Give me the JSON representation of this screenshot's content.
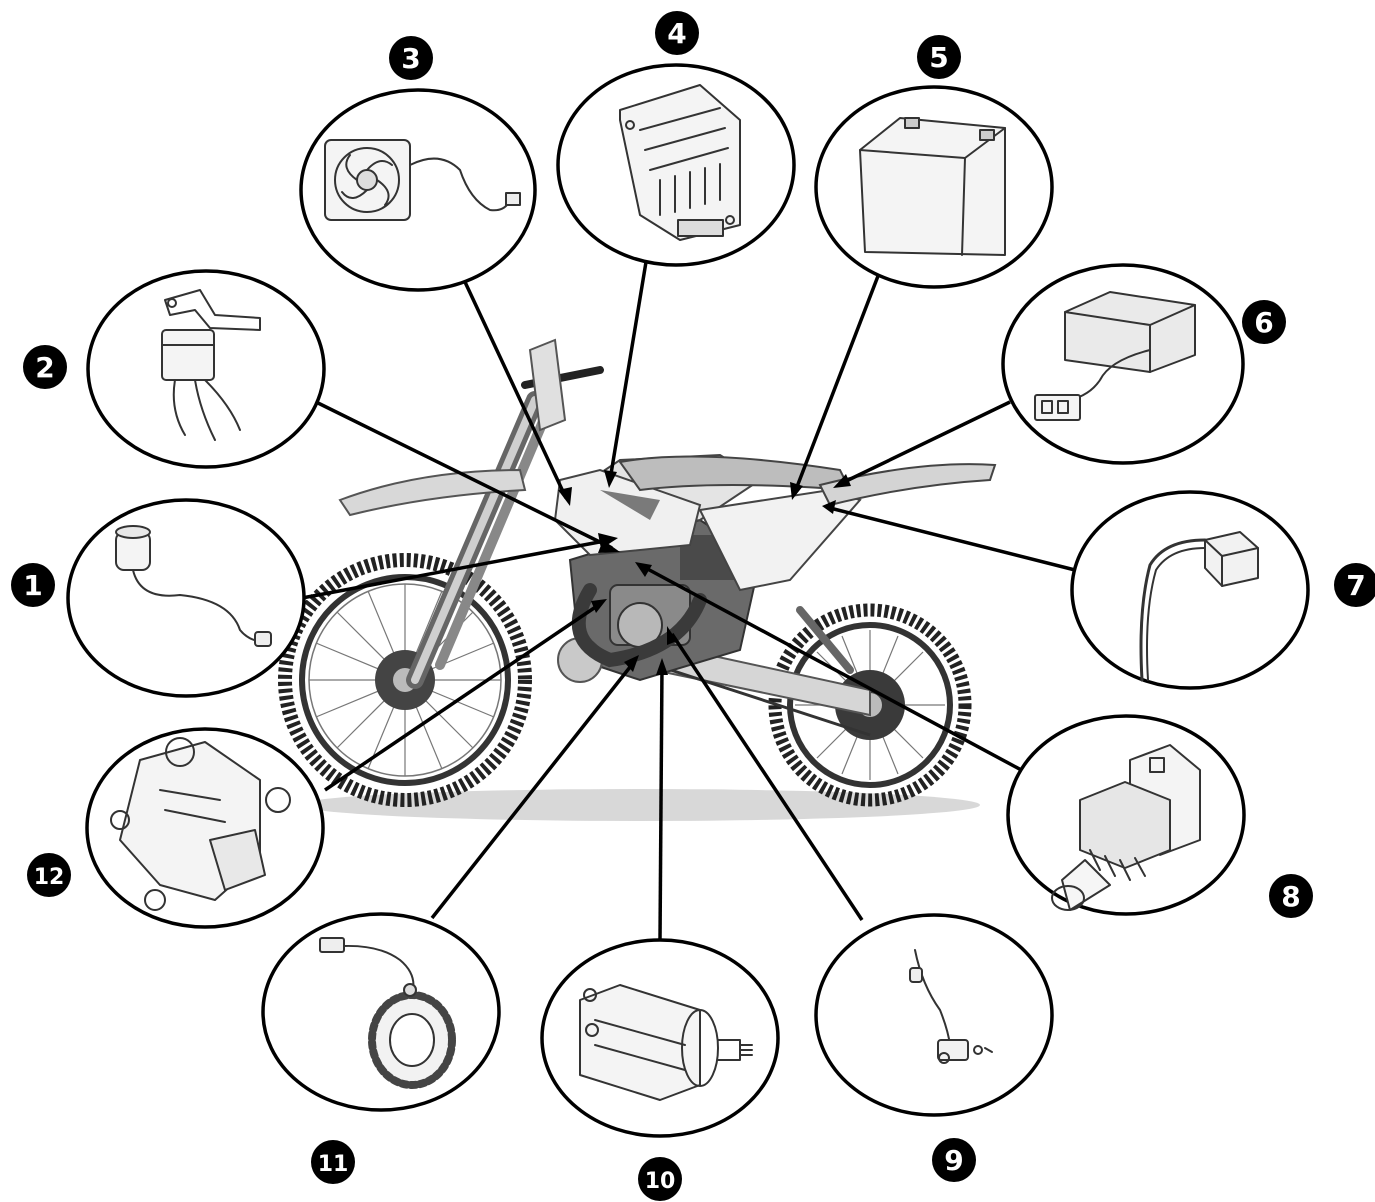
{
  "diagram": {
    "callouts": [
      {
        "number": "1",
        "icon": "ignition-coil-icon"
      },
      {
        "number": "2",
        "icon": "relay-bracket-icon"
      },
      {
        "number": "3",
        "icon": "cooling-fan-icon"
      },
      {
        "number": "4",
        "icon": "ecu-module-icon"
      },
      {
        "number": "5",
        "icon": "battery-icon"
      },
      {
        "number": "6",
        "icon": "voltage-regulator-icon"
      },
      {
        "number": "7",
        "icon": "sensor-cable-icon"
      },
      {
        "number": "8",
        "icon": "temperature-sensor-icon"
      },
      {
        "number": "9",
        "icon": "position-sensor-icon"
      },
      {
        "number": "10",
        "icon": "starter-motor-icon"
      },
      {
        "number": "11",
        "icon": "stator-icon"
      },
      {
        "number": "12",
        "icon": "exhaust-valve-actuator-icon"
      }
    ],
    "colors": {
      "ink": "#000000",
      "paper": "#ffffff",
      "bike_light": "#dcdcdc",
      "bike_mid": "#9a9a9a",
      "bike_dark": "#262626"
    }
  }
}
